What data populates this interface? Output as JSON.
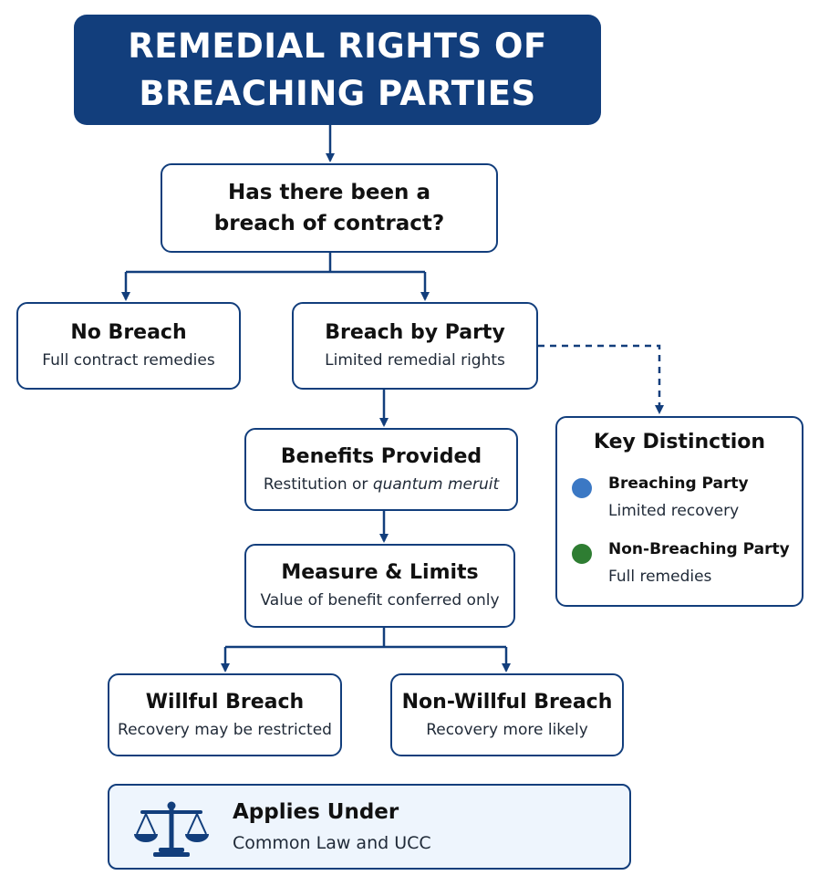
{
  "title": "REMEDIAL RIGHTS OF BREACHING PARTIES",
  "question": "Has there been a breach of contract?",
  "nodes": {
    "no_breach": {
      "title": "No Breach",
      "subtitle": "Full contract remedies"
    },
    "breach_by_party": {
      "title": "Breach by Party",
      "subtitle": "Limited remedial rights"
    },
    "benefits_provided": {
      "title": "Benefits Provided",
      "subtitle_prefix": "Restitution or ",
      "subtitle_emphasis": "quantum meruit"
    },
    "measure_limits": {
      "title": "Measure & Limits",
      "subtitle": "Value of benefit conferred only"
    },
    "willful_breach": {
      "title": "Willful Breach",
      "subtitle": "Recovery may be restricted"
    },
    "non_willful_breach": {
      "title": "Non-Willful Breach",
      "subtitle": "Recovery more likely"
    }
  },
  "key_distinction": {
    "title": "Key Distinction",
    "items": [
      {
        "label": "Breaching Party",
        "description": "Limited recovery",
        "color": "#3b78c4"
      },
      {
        "label": "Non-Breaching Party",
        "description": "Full remedies",
        "color": "#2e7d32"
      }
    ]
  },
  "applies": {
    "title": "Applies Under",
    "subtitle": "Common Law and UCC",
    "icon": "scales-of-justice-icon"
  },
  "colors": {
    "primary": "#123e7c",
    "applies_bg": "#eef5fd"
  }
}
